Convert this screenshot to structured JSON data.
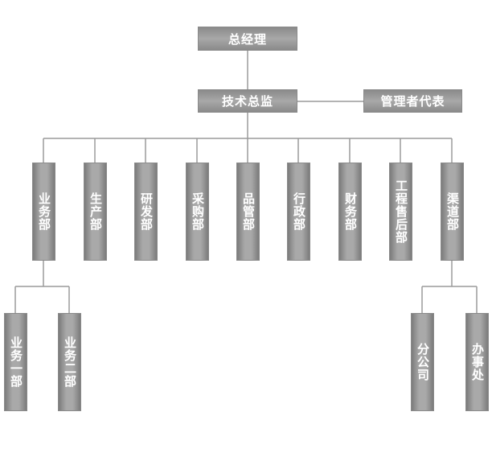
{
  "org": {
    "gm": "总经理",
    "tech_director": "技术总监",
    "mgmt_rep": "管理者代表",
    "departments": [
      "业务部",
      "生产部",
      "研发部",
      "采购部",
      "品管部",
      "行政部",
      "财务部",
      "工程售后部",
      "渠道部"
    ],
    "business_sub": [
      "业务一部",
      "业务二部"
    ],
    "channel_sub": [
      "分公司",
      "办事处"
    ]
  },
  "colors": {
    "box": "#a4a4a4",
    "line": "#9a9a9a",
    "text": "#ffffff"
  }
}
